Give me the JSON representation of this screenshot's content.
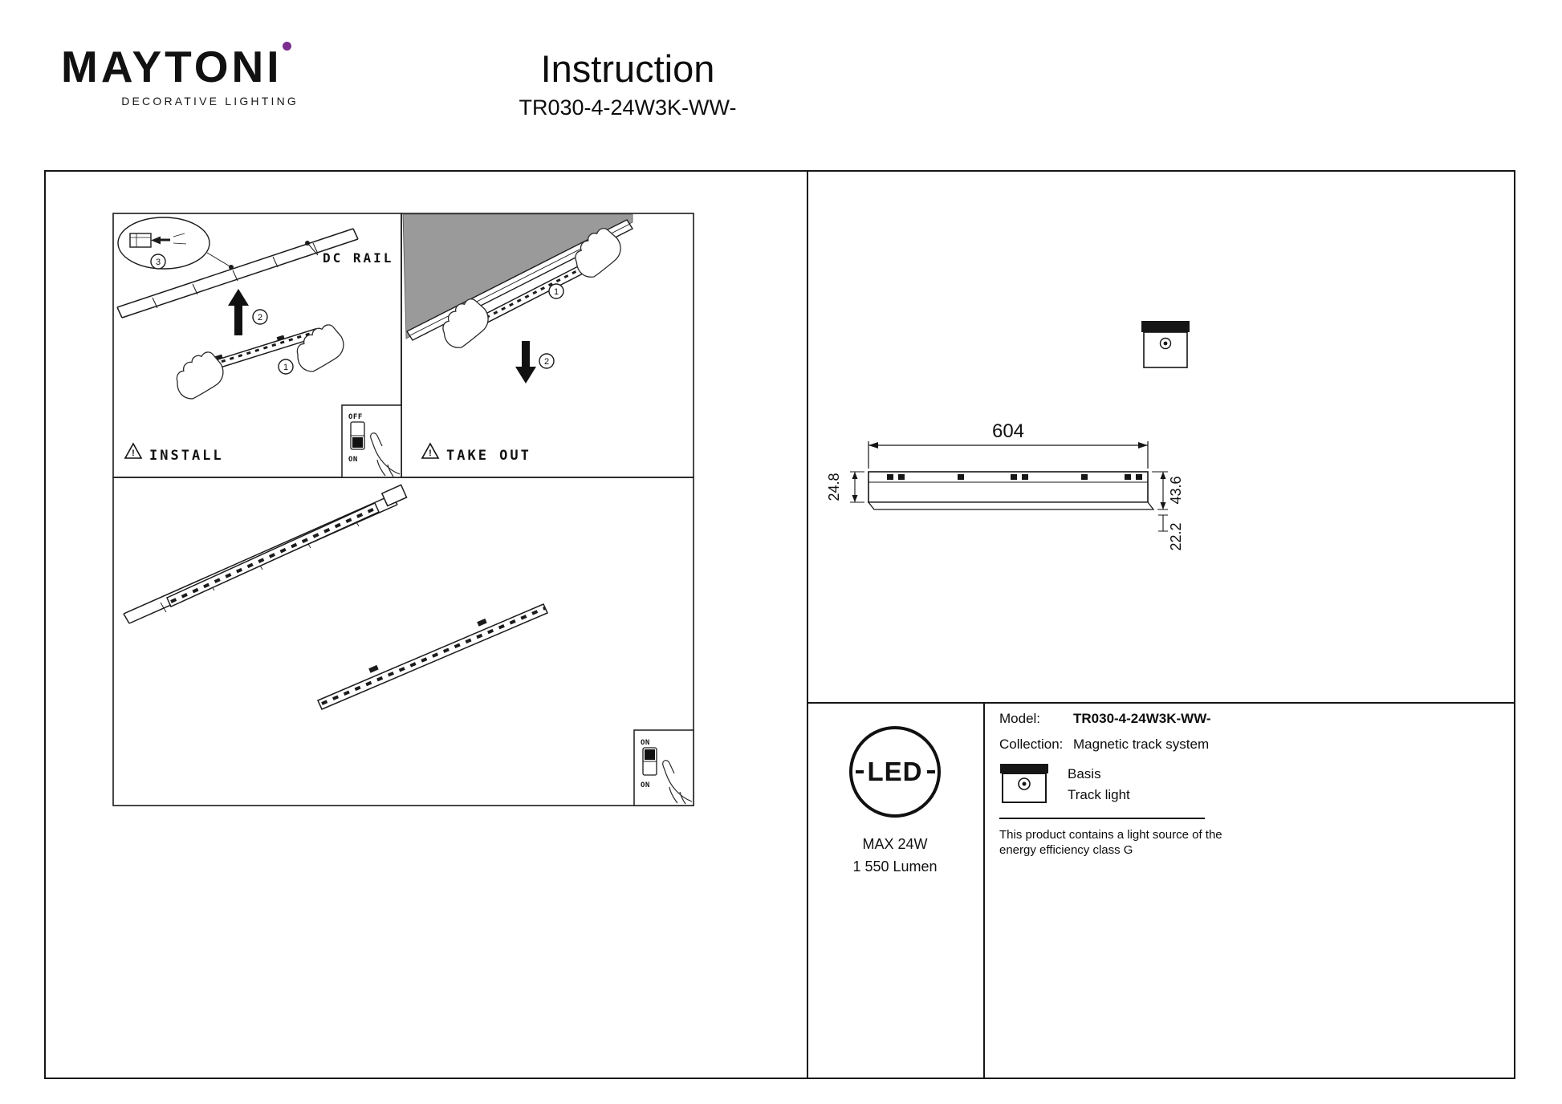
{
  "colors": {
    "brand_accent": "#7b2e8e",
    "line": "#161616",
    "ceiling_gray": "#9a9a9a"
  },
  "header": {
    "brand": "MAYTONI",
    "brand_tagline": "DECORATIVE LIGHTING",
    "title": "Instruction",
    "model_code": "TR030-4-24W3K-WW-"
  },
  "diagram": {
    "install_label": "INSTALL",
    "takeout_label": "TAKE OUT",
    "dc_rail_label": "DC RAIL",
    "warning_mark": "!",
    "steps": {
      "one": "1",
      "two": "2",
      "three": "3"
    },
    "switch": {
      "off": "OFF",
      "on": "ON"
    }
  },
  "dimensions": {
    "length": "604",
    "front_height": "24.8",
    "total_height": "43.6",
    "depth": "22.2"
  },
  "badge": {
    "led": "LED",
    "max_power": "MAX 24W",
    "lumen": "1 550 Lumen"
  },
  "product": {
    "model_label": "Model:",
    "model_value": "TR030-4-24W3K-WW-",
    "collection_label": "Collection:",
    "collection_value": "Magnetic track system",
    "type_primary": "Basis",
    "type_secondary": "Track light",
    "energy_note": "This product contains a light source of the energy efficiency class G"
  }
}
